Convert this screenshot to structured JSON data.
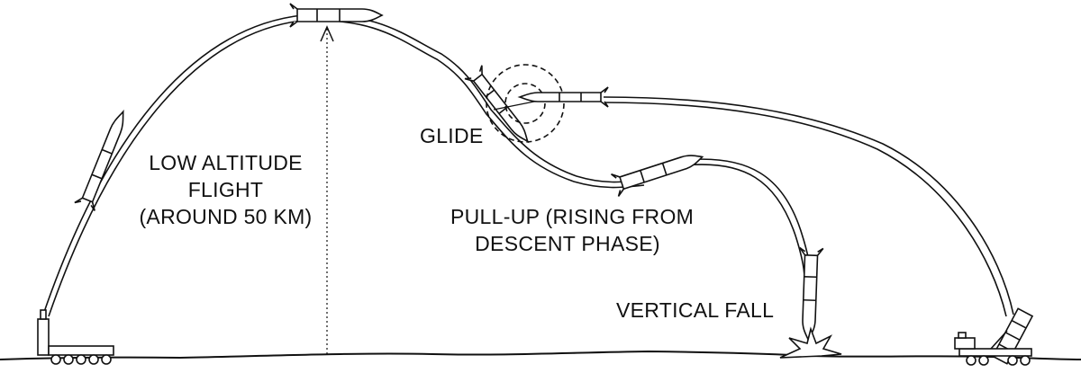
{
  "labels": {
    "low_altitude": [
      "LOW ALTITUDE",
      "FLIGHT",
      "(AROUND 50 KM)"
    ],
    "glide": "GLIDE",
    "pull_up": [
      "PULL-UP (RISING FROM",
      "DESCENT PHASE)"
    ],
    "vertical_fall": "VERTICAL FALL"
  },
  "colors": {
    "ink": "#111111",
    "paper": "#ffffff"
  },
  "icons": [
    "launcher-truck-left-icon",
    "missile-ascending-icon",
    "missile-apex-icon",
    "missile-gliding-icon",
    "interceptor-missile-icon",
    "missile-pullup-icon",
    "missile-falling-icon",
    "explosion-icon",
    "interceptor-launcher-truck-icon",
    "intercept-target-circles-icon"
  ]
}
